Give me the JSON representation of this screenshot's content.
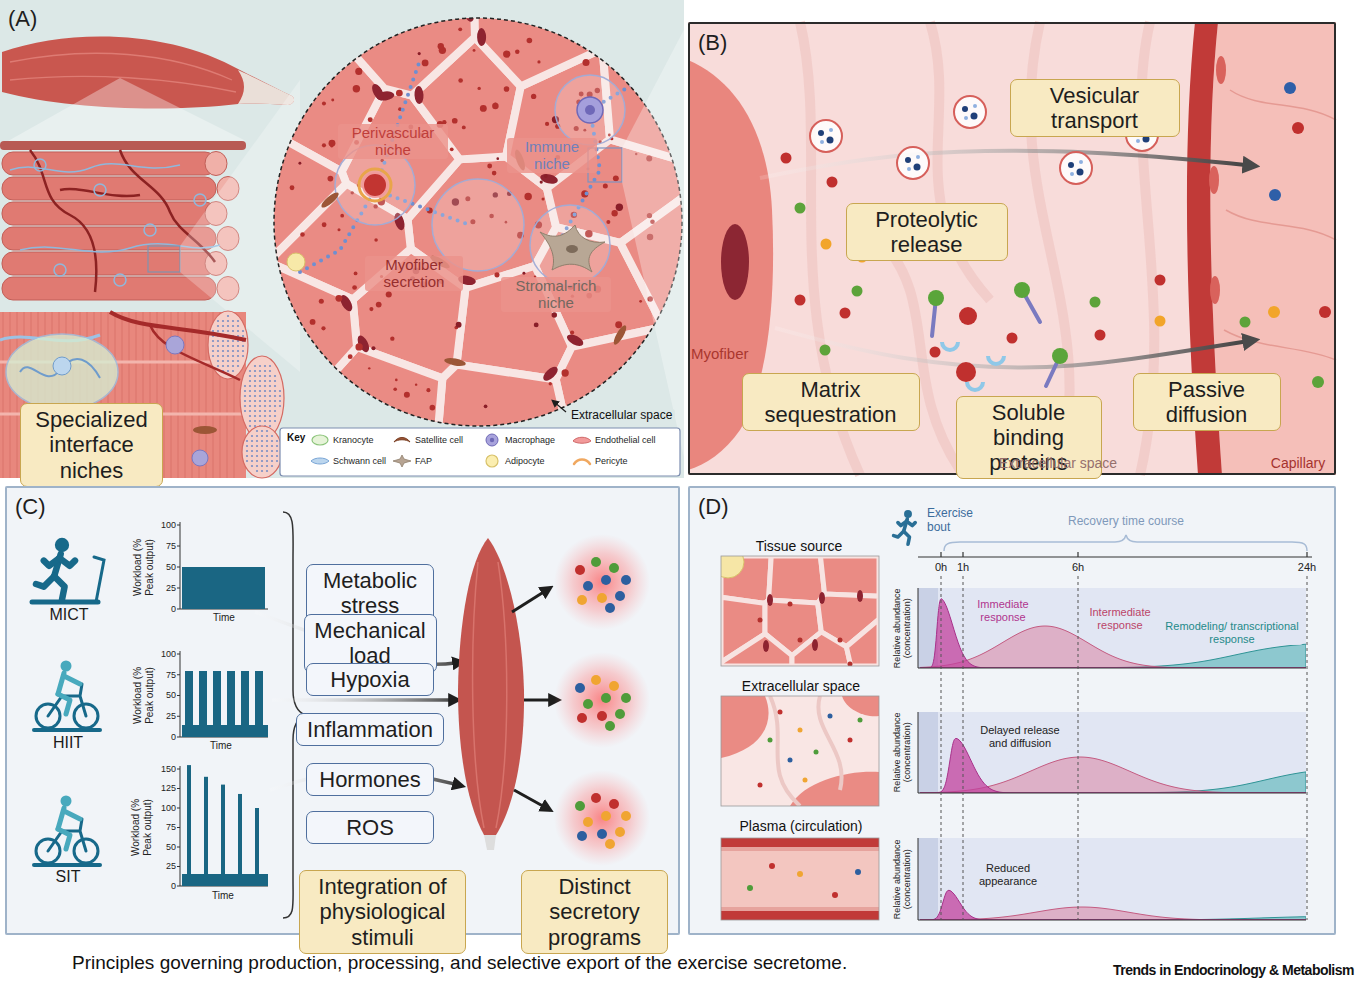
{
  "diagram": {
    "caption": "Principles governing production, processing, and selective export of the exercise secretome.",
    "nodes": [
      {
        "text": [
          "(A)"
        ]
      },
      {
        "text": [
          "Specialized interface niches"
        ],
        "in": 0
      },
      {
        "text": [
          "(B)"
        ]
      },
      {
        "text": [
          "Vesicular transport"
        ],
        "in": 2
      },
      {
        "text": [
          "Proteolytic release"
        ],
        "in": 2
      },
      {
        "text": [
          "Matrix sequestration"
        ],
        "in": 2
      },
      {
        "text": [
          "Soluble binding proteins"
        ],
        "in": 2
      },
      {
        "text": [
          "Passive diffusion"
        ],
        "in": 2
      },
      {
        "text": [
          "(C)"
        ]
      },
      {
        "text": [
          "Metabolic stress"
        ],
        "in": 8
      },
      {
        "text": [
          "Mechanical load"
        ],
        "in": 8
      },
      {
        "text": [
          "Hypoxia"
        ],
        "in": 8
      },
      {
        "text": [
          "Inflammation"
        ],
        "in": 8
      },
      {
        "text": [
          "Hormones"
        ],
        "in": 8
      },
      {
        "text": [
          "ROS"
        ],
        "in": 8
      },
      {
        "text": [
          "Integration of physiological stimuli"
        ],
        "in": 8
      },
      {
        "text": [
          "Distinct secretory programs"
        ],
        "in": 8
      },
      {
        "text": [
          "(D)"
        ]
      }
    ],
    "labels": [
      "Perivascular niche",
      "Immune niche",
      "Myofiber secretion",
      "Stromal-rich niche",
      "Extracellular space",
      "Key",
      "Myofiber",
      "Extracellular space",
      "Capillary",
      "MICT",
      "Workload (% Peak output)",
      "100",
      "75",
      "50",
      "25",
      "0",
      "Time",
      "HIIT",
      "Workload (% Peak output)",
      "100",
      "75",
      "50",
      "25",
      "0",
      "Time",
      "SIT",
      "Workload (% Peak output)",
      "150",
      "125",
      "100",
      "75",
      "50",
      "25",
      "0",
      "Time",
      "Exercise bout",
      "Recovery time course",
      "0h",
      "1h",
      "6h",
      "24h",
      "Tissue source",
      "Relative abundance (concentration)",
      "Immediate response",
      "Intermediate response",
      "Remodeling/ transcriptional response",
      "Extracellular space",
      "Relative abundance (concentration)",
      "Delayed release and diffusion",
      "Plasma (circulation)",
      "Relative abundance (concentration)",
      "Reduced appearance",
      "Trends in Endocrinology & Metabolism"
    ],
    "legend": [
      {
        "text": "Kranocyte"
      },
      {
        "text": "Satellite cell"
      },
      {
        "text": "Macrophage"
      },
      {
        "text": "Endothelial cell"
      },
      {
        "text": "Schwann cell"
      },
      {
        "text": "FAP"
      },
      {
        "text": "Adipocyte"
      },
      {
        "text": "Pericyte"
      }
    ]
  }
}
